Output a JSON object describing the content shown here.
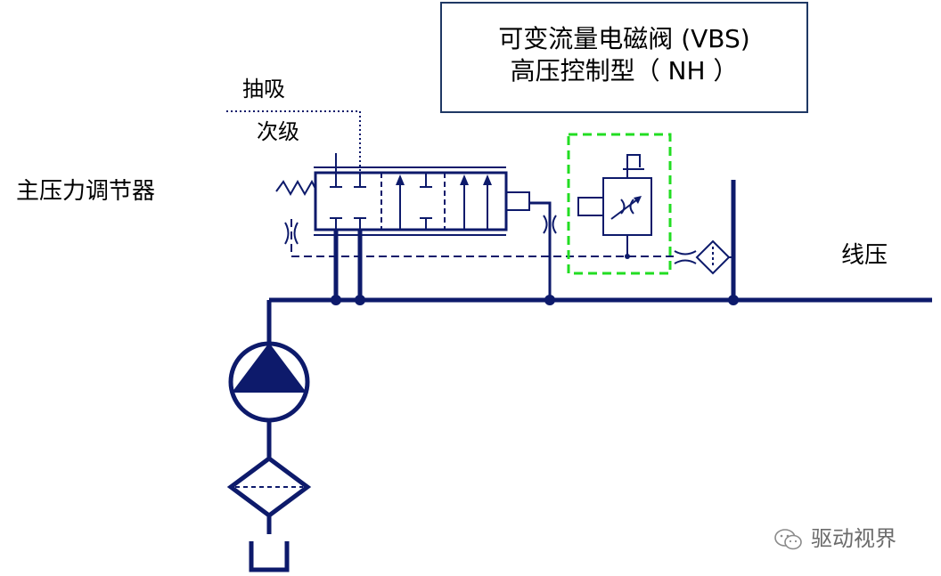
{
  "title_box": {
    "line1": "可变流量电磁阀 (VBS)",
    "line2": "高压控制型（ NH ）"
  },
  "labels": {
    "main_regulator": "主压力调节器",
    "suction": "抽吸",
    "secondary": "次级",
    "line_pressure": "线压"
  },
  "watermark": {
    "text": "驱动视界",
    "icon": "wechat-icon"
  },
  "colors": {
    "line": "#0d1a6b",
    "highlight_box": "#22dd22",
    "box_border": "#1f3864",
    "text": "#000000"
  }
}
